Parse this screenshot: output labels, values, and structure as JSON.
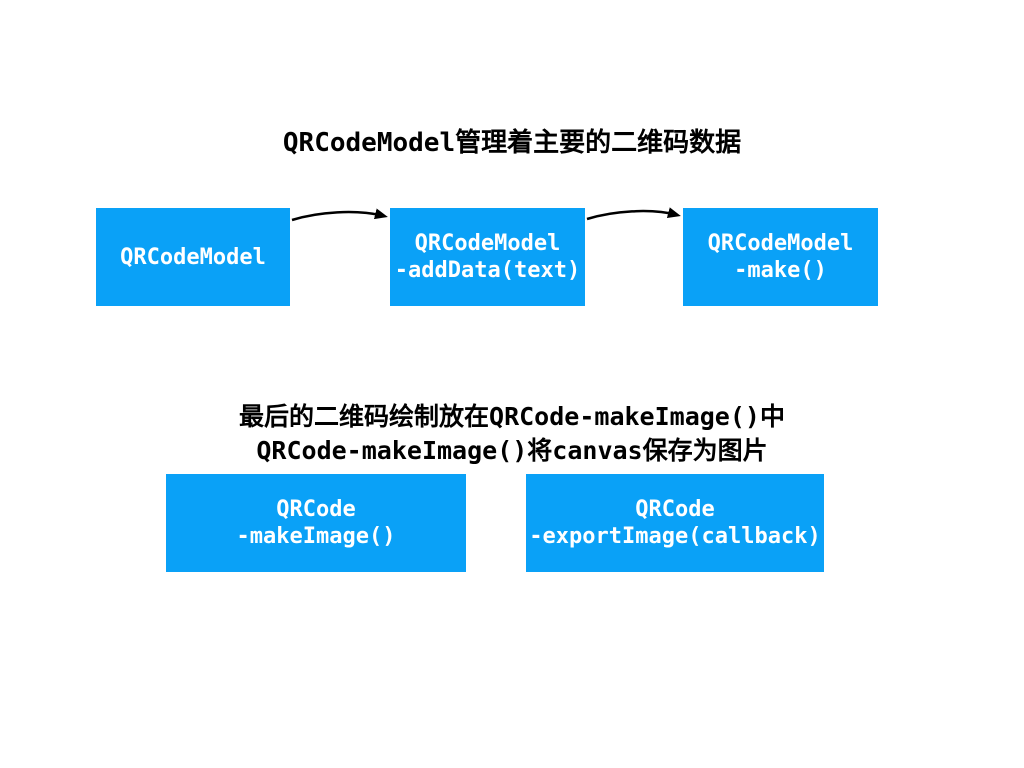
{
  "colors": {
    "background": "#ffffff",
    "box_fill": "#0aa1f7",
    "box_text": "#ffffff",
    "title_text": "#000000",
    "arrow": "#000000"
  },
  "top_section": {
    "title": "QRCodeModel管理着主要的二维码数据",
    "boxes": [
      {
        "lines": [
          "QRCodeModel"
        ]
      },
      {
        "lines": [
          "QRCodeModel",
          "-addData(text)"
        ]
      },
      {
        "lines": [
          "QRCodeModel",
          "-make()"
        ]
      }
    ]
  },
  "bottom_section": {
    "title_line1": "最后的二维码绘制放在QRCode-makeImage()中",
    "title_line2": "QRCode-makeImage()将canvas保存为图片",
    "boxes": [
      {
        "lines": [
          "QRCode",
          "-makeImage()"
        ]
      },
      {
        "lines": [
          "QRCode",
          "-exportImage(callback)"
        ]
      }
    ]
  }
}
